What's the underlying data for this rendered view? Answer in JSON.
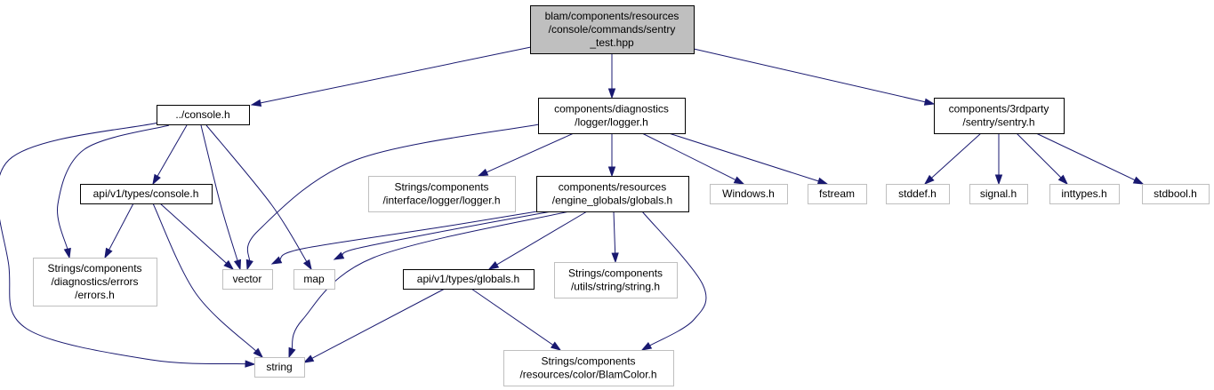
{
  "diagram": {
    "nodes": [
      {
        "id": "root",
        "lines": [
          "blam/components/resources",
          "/console/commands/sentry",
          "_test.hpp"
        ],
        "style": "root"
      },
      {
        "id": "console_h",
        "lines": [
          "../console.h"
        ],
        "style": "linked"
      },
      {
        "id": "logger_h",
        "lines": [
          "components/diagnostics",
          "/logger/logger.h"
        ],
        "style": "linked"
      },
      {
        "id": "sentry_h",
        "lines": [
          "components/3rdparty",
          "/sentry/sentry.h"
        ],
        "style": "linked"
      },
      {
        "id": "api_console_h",
        "lines": [
          "api/v1/types/console.h"
        ],
        "style": "linked"
      },
      {
        "id": "errors_h",
        "lines": [
          "Strings/components",
          "/diagnostics/errors",
          "/errors.h"
        ],
        "style": "external"
      },
      {
        "id": "vector",
        "lines": [
          "vector"
        ],
        "style": "external"
      },
      {
        "id": "map",
        "lines": [
          "map"
        ],
        "style": "external"
      },
      {
        "id": "string",
        "lines": [
          "string"
        ],
        "style": "external"
      },
      {
        "id": "iface_logger_h",
        "lines": [
          "Strings/components",
          "/interface/logger/logger.h"
        ],
        "style": "external"
      },
      {
        "id": "globals_h",
        "lines": [
          "components/resources",
          "/engine_globals/globals.h"
        ],
        "style": "linked"
      },
      {
        "id": "windows_h",
        "lines": [
          "Windows.h"
        ],
        "style": "external"
      },
      {
        "id": "fstream",
        "lines": [
          "fstream"
        ],
        "style": "external"
      },
      {
        "id": "api_globals_h",
        "lines": [
          "api/v1/types/globals.h"
        ],
        "style": "linked"
      },
      {
        "id": "string_h",
        "lines": [
          "Strings/components",
          "/utils/string/string.h"
        ],
        "style": "external"
      },
      {
        "id": "blamcolor_h",
        "lines": [
          "Strings/components",
          "/resources/color/BlamColor.h"
        ],
        "style": "external"
      },
      {
        "id": "stddef_h",
        "lines": [
          "stddef.h"
        ],
        "style": "external"
      },
      {
        "id": "signal_h",
        "lines": [
          "signal.h"
        ],
        "style": "external"
      },
      {
        "id": "inttypes_h",
        "lines": [
          "inttypes.h"
        ],
        "style": "external"
      },
      {
        "id": "stdbool_h",
        "lines": [
          "stdbool.h"
        ],
        "style": "external"
      }
    ],
    "edges": [
      {
        "from": "root",
        "to": "console_h"
      },
      {
        "from": "root",
        "to": "logger_h"
      },
      {
        "from": "root",
        "to": "sentry_h"
      },
      {
        "from": "console_h",
        "to": "api_console_h"
      },
      {
        "from": "console_h",
        "to": "errors_h"
      },
      {
        "from": "console_h",
        "to": "vector"
      },
      {
        "from": "console_h",
        "to": "map"
      },
      {
        "from": "console_h",
        "to": "string"
      },
      {
        "from": "api_console_h",
        "to": "errors_h"
      },
      {
        "from": "api_console_h",
        "to": "vector"
      },
      {
        "from": "api_console_h",
        "to": "string"
      },
      {
        "from": "logger_h",
        "to": "vector"
      },
      {
        "from": "logger_h",
        "to": "iface_logger_h"
      },
      {
        "from": "logger_h",
        "to": "globals_h"
      },
      {
        "from": "logger_h",
        "to": "windows_h"
      },
      {
        "from": "logger_h",
        "to": "fstream"
      },
      {
        "from": "globals_h",
        "to": "vector"
      },
      {
        "from": "globals_h",
        "to": "map"
      },
      {
        "from": "globals_h",
        "to": "string"
      },
      {
        "from": "globals_h",
        "to": "api_globals_h"
      },
      {
        "from": "globals_h",
        "to": "string_h"
      },
      {
        "from": "globals_h",
        "to": "blamcolor_h"
      },
      {
        "from": "api_globals_h",
        "to": "string"
      },
      {
        "from": "api_globals_h",
        "to": "blamcolor_h"
      },
      {
        "from": "sentry_h",
        "to": "stddef_h"
      },
      {
        "from": "sentry_h",
        "to": "signal_h"
      },
      {
        "from": "sentry_h",
        "to": "inttypes_h"
      },
      {
        "from": "sentry_h",
        "to": "stdbool_h"
      }
    ]
  },
  "colors": {
    "edge": "#191970",
    "root_fill": "#bfbfbf",
    "linked_border": "#000000",
    "external_border": "#bfbfbf"
  }
}
